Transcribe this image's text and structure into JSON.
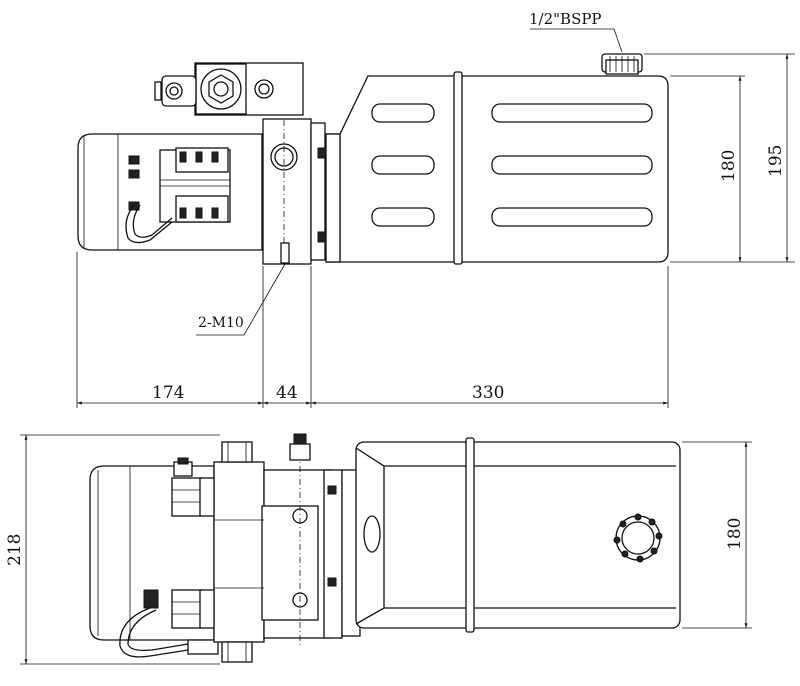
{
  "drawing": {
    "type": "technical-drawing",
    "subject": "hydraulic power unit",
    "annotations": {
      "port_thread": "1/2\"BSPP",
      "mounting_bolts": "2-M10"
    },
    "dimensions": {
      "motor_length": "174",
      "valve_block_length": "44",
      "tank_length": "330",
      "tank_height": "180",
      "overall_height": "195",
      "tank_width": "180",
      "overall_width": "218"
    }
  }
}
